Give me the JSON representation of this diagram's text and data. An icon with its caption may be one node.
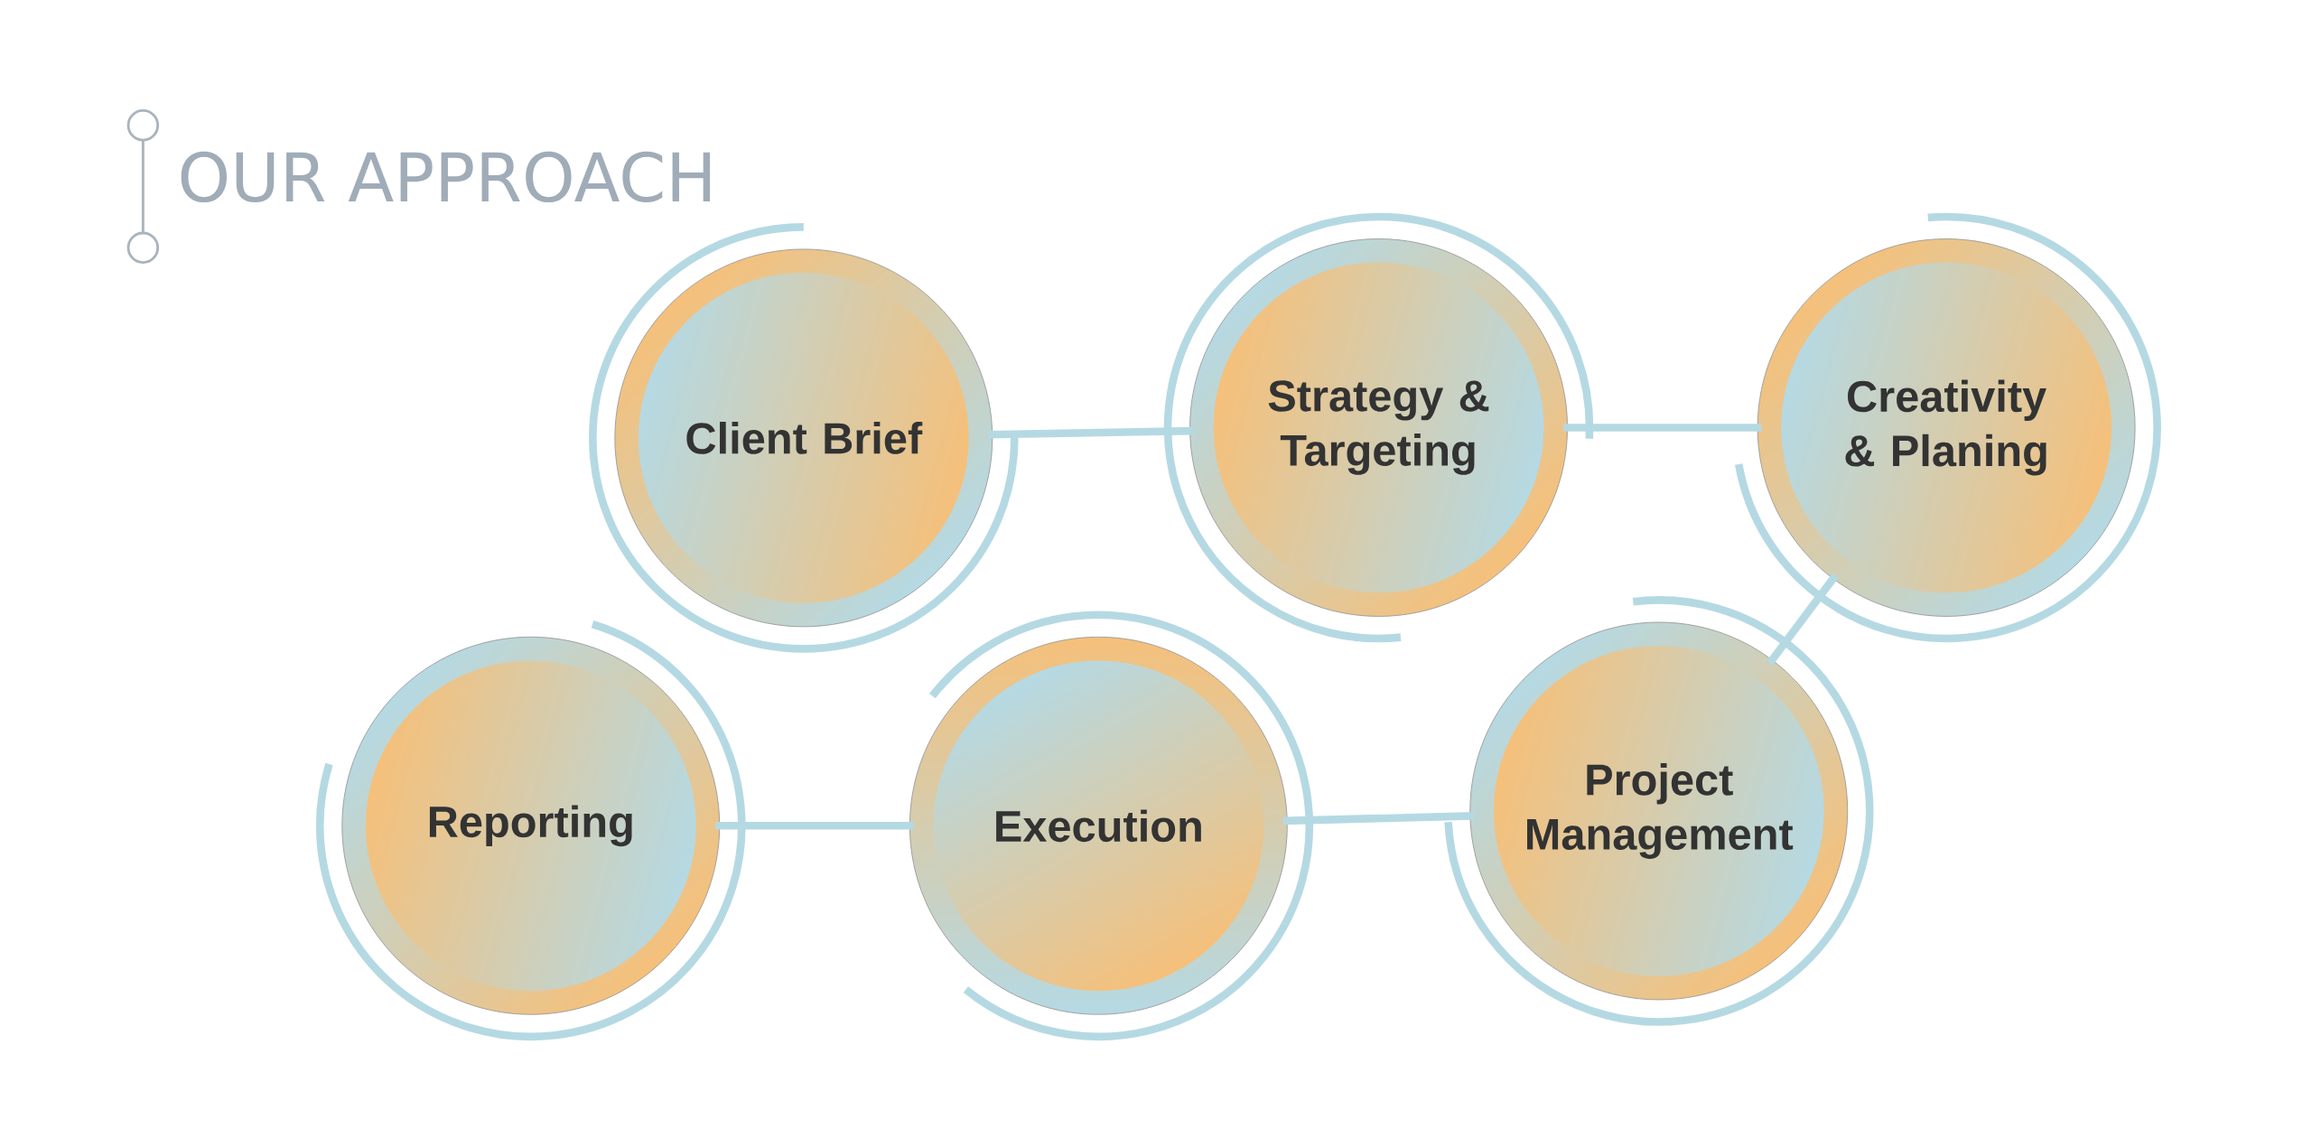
{
  "diagram": {
    "title": "OUR APPROACH",
    "nodes": [
      {
        "text": [
          "Client Brief"
        ]
      },
      {
        "text": [
          "Strategy & Targeting"
        ]
      },
      {
        "text": [
          "Creativity & Planing"
        ]
      },
      {
        "text": [
          "Reporting"
        ]
      },
      {
        "text": [
          "Execution"
        ]
      },
      {
        "text": [
          "Project Management"
        ]
      }
    ],
    "edges": [
      {
        "from": 0,
        "to": 1,
        "arrow": "none"
      },
      {
        "from": 1,
        "to": 2,
        "arrow": "none"
      },
      {
        "from": 2,
        "to": 5,
        "arrow": "none"
      },
      {
        "from": 5,
        "to": 4,
        "arrow": "none"
      },
      {
        "from": 4,
        "to": 3,
        "arrow": "none"
      }
    ]
  }
}
